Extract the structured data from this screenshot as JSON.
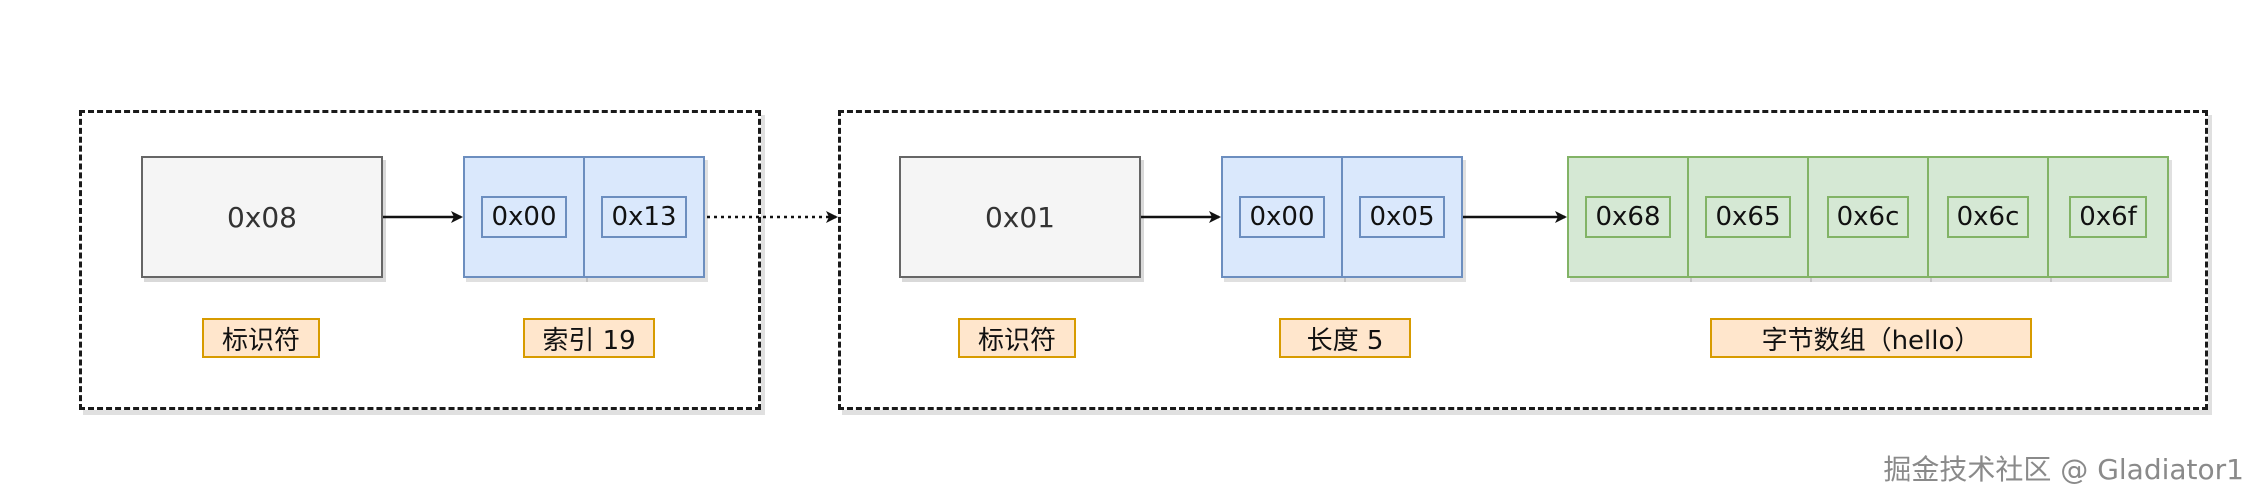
{
  "frames": {
    "left": {
      "identifier": {
        "value": "0x08",
        "label": "标识符"
      },
      "index": {
        "bytes": [
          "0x00",
          "0x13"
        ],
        "label": "索引 19"
      }
    },
    "right": {
      "identifier": {
        "value": "0x01",
        "label": "标识符"
      },
      "length": {
        "bytes": [
          "0x00",
          "0x05"
        ],
        "label": "长度 5"
      },
      "data": {
        "bytes": [
          "0x68",
          "0x65",
          "0x6c",
          "0x6c",
          "0x6f"
        ],
        "label": "字节数组（hello）"
      }
    }
  },
  "watermark": "掘金技术社区 @ Gladiator1"
}
